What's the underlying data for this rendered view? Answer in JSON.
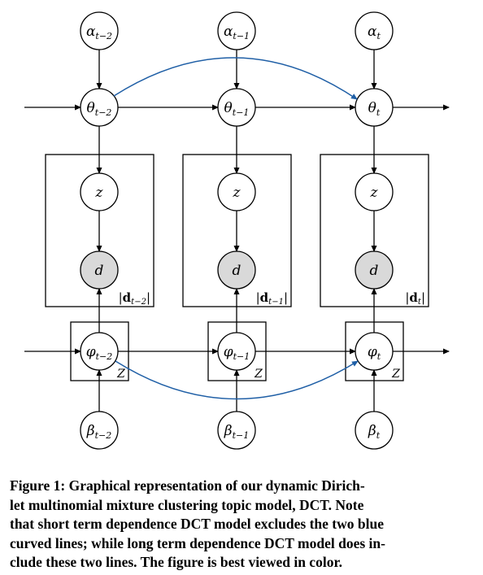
{
  "figure": {
    "columns": [
      {
        "alpha": "α",
        "theta": "θ",
        "phi": "φ",
        "beta": "β",
        "sub": "t−2",
        "z": "z",
        "d": "d",
        "plate_d": {
          "prefix": "|",
          "bold": "d",
          "sub": "t−2",
          "suffix": "|"
        },
        "plate_z": "Z"
      },
      {
        "alpha": "α",
        "theta": "θ",
        "phi": "φ",
        "beta": "β",
        "sub": "t−1",
        "z": "z",
        "d": "d",
        "plate_d": {
          "prefix": "|",
          "bold": "d",
          "sub": "t−1",
          "suffix": "|"
        },
        "plate_z": "Z"
      },
      {
        "alpha": "α",
        "theta": "θ",
        "phi": "φ",
        "beta": "β",
        "sub": "t",
        "z": "z",
        "d": "d",
        "plate_d": {
          "prefix": "|",
          "bold": "d",
          "sub": "t",
          "suffix": "|"
        },
        "plate_z": "Z"
      }
    ],
    "observed_fill": "#d9d9d9",
    "curve_color": "#1f5fa6"
  },
  "caption": {
    "lines": [
      "Figure 1:  Graphical representation of our dynamic Dirich-",
      "let multinomial mixture clustering topic model, DCT. Note",
      "that short term dependence DCT model excludes the two blue",
      "curved lines; while long term dependence DCT model does in-",
      "clude these two lines. The figure is best viewed in color."
    ]
  }
}
